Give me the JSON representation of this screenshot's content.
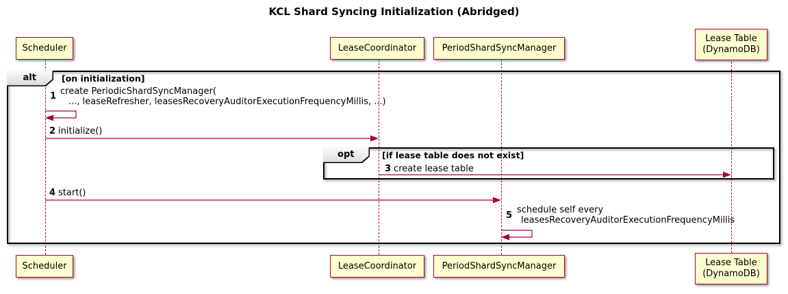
{
  "title": "KCL Shard Syncing Initialization (Abridged)",
  "colors": {
    "participant_fill": "#FEFECE",
    "participant_border": "#A80036",
    "arrow": "#A80036",
    "frame_border": "#000000",
    "operator_label_fill": "#EEEEEE"
  },
  "participants": [
    {
      "id": "scheduler",
      "label": "Scheduler"
    },
    {
      "id": "lease-coordinator",
      "label": "LeaseCoordinator"
    },
    {
      "id": "period-shard-sync-manager",
      "label": "PeriodShardSyncManager"
    },
    {
      "id": "lease-table",
      "label": "Lease Table",
      "label2": "(DynamoDB)"
    }
  ],
  "frames": {
    "alt": {
      "operator": "alt",
      "guard": "[on initialization]"
    },
    "opt": {
      "operator": "opt",
      "guard": "[if lease table does not exist]"
    }
  },
  "messages": [
    {
      "seq": "1",
      "line1": "create PeriodicShardSyncManager(",
      "line2": "..., leaseRefresher, leasesRecoveryAuditorExecutionFrequencyMillis, ...)"
    },
    {
      "seq": "2",
      "text": "initialize()"
    },
    {
      "seq": "3",
      "text": "create lease table"
    },
    {
      "seq": "4",
      "text": "start()"
    },
    {
      "seq": "5",
      "line1": "schedule self every",
      "line2": "leasesRecoveryAuditorExecutionFrequencyMillis"
    }
  ]
}
